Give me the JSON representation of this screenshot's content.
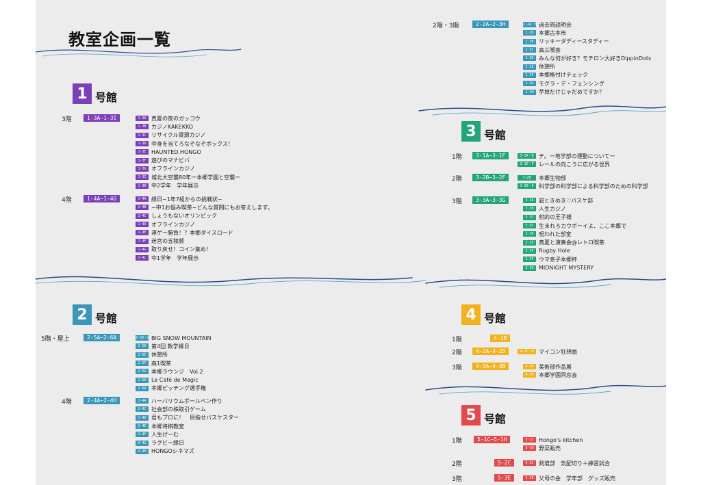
{
  "title": "教室企画一覧",
  "building_suffix": "号館",
  "colors": {
    "b1": "#7b3fb8",
    "b2": "#3a97b9",
    "b3": "#23a57a",
    "b4": "#f2b21f",
    "b5": "#e14b4b"
  },
  "b1": {
    "num": "1",
    "floors": [
      {
        "floor": "3階",
        "range": "1-3A~1-3I",
        "items": [
          {
            "code": "1-3A",
            "text": "真夏の夜のガッコウ"
          },
          {
            "code": "1-3B",
            "text": "カジノKAKEKKO"
          },
          {
            "code": "1-3C",
            "text": "リサイクル資源カジノ"
          },
          {
            "code": "1-3D",
            "text": "中身を当てろなぞなぞボックス！"
          },
          {
            "code": "1-3E",
            "text": "HAUNTED.HONGO"
          },
          {
            "code": "1-3F",
            "text": "遊びのマナビバ"
          },
          {
            "code": "1-3G",
            "text": "オフラインカジノ"
          },
          {
            "code": "1-3I",
            "text": "城北大空襲80年ー本郷学園と空襲ー"
          },
          {
            "code": "1-3N",
            "text": "中2学年　学年展示"
          }
        ]
      },
      {
        "floor": "4階",
        "range": "1-4A~1-4G",
        "items": [
          {
            "code": "1-4A",
            "text": "縁日~1年7組からの挑戦状~"
          },
          {
            "code": "1-4B",
            "text": "~中1お悩み喫茶~どんな質問にもお答えします。"
          },
          {
            "code": "1-4C",
            "text": "しょうもないオリンピック"
          },
          {
            "code": "1-4D",
            "text": "オフラインカジノ"
          },
          {
            "code": "1-4E",
            "text": "運ゲー勝負！？本郷ダイスロード"
          },
          {
            "code": "1-4F",
            "text": "迷宮の五稜郭"
          },
          {
            "code": "1-4G",
            "text": "取り戻せ！コイン集め！"
          },
          {
            "code": "1-4L",
            "text": "中1学年　学年展示"
          }
        ]
      }
    ]
  },
  "b2": {
    "num": "2",
    "floors": [
      {
        "floor": "5階・屋上",
        "range": "2-5A~2-6A",
        "items": [
          {
            "code": "2-5B・C",
            "text": "BIG SNOW MOUNTAIN"
          },
          {
            "code": "2-5D",
            "text": "第4回 数学縁日"
          },
          {
            "code": "2-5E",
            "text": "休憩所"
          },
          {
            "code": "2-5F",
            "text": "高1喫茶"
          },
          {
            "code": "2-5G",
            "text": "本郷ラウンジ　Vol.2"
          },
          {
            "code": "2-5H",
            "text": "Le Café de Magic"
          },
          {
            "code": "2-6A",
            "text": "本郷ピッチング選手権"
          }
        ]
      },
      {
        "floor": "4階",
        "range": "2-4A~2-4H",
        "items": [
          {
            "code": "2-4A",
            "text": "ハーバリウムボールペン作り"
          },
          {
            "code": "2-4C",
            "text": "社会部の株取引ゲーム"
          },
          {
            "code": "2-4D",
            "text": "君もプロに！　目指せパスケスター"
          },
          {
            "code": "2-4E",
            "text": "本郷将棋教室"
          },
          {
            "code": "2-4F",
            "text": "人生げーむ"
          },
          {
            "code": "2-4G",
            "text": "ラグビー縁日"
          },
          {
            "code": "2-4H",
            "text": "HONGOシネマズ"
          }
        ]
      },
      {
        "floor": "2階・3階",
        "range": "2-2A~2-3H",
        "items": [
          {
            "code": "2-2A・B",
            "text": "過去問説明会"
          },
          {
            "code": "2-2D",
            "text": "本郷古本市"
          },
          {
            "code": "2-3B",
            "text": "リッキーダディースタディー"
          },
          {
            "code": "2-3C",
            "text": "高三喫茶"
          },
          {
            "code": "2-3D",
            "text": "みんな何が好き？モチロン大好きDippinDots"
          },
          {
            "code": "2-3E",
            "text": "休憩所"
          },
          {
            "code": "2-3F",
            "text": "本郷格付けチェック"
          },
          {
            "code": "2-3G",
            "text": "モグラ・デ・フェンシング"
          },
          {
            "code": "2-3H",
            "text": "芋掉だけじゃだめですか？"
          }
        ]
      }
    ]
  },
  "b3": {
    "num": "3",
    "floors": [
      {
        "floor": "1階",
        "range": "3-1A~3-1F",
        "items": [
          {
            "code": "3-1A・B",
            "text": "チ。ー地学部の運動についてー"
          },
          {
            "code": "3-1E・F",
            "text": "レールの向こうに広がる世界"
          }
        ]
      },
      {
        "floor": "2階",
        "range": "3-2B~3-2F",
        "items": [
          {
            "code": "3-2B",
            "text": "本郷生物部"
          },
          {
            "code": "3-2D・E",
            "text": "科学部の科学部による科学部のための科学部"
          }
        ]
      },
      {
        "floor": "3階",
        "range": "3-3A~3-3G",
        "items": [
          {
            "code": "3-3A",
            "text": "超ときめき♡パスケ部"
          },
          {
            "code": "3-3B",
            "text": "人生カジノ"
          },
          {
            "code": "3-3C",
            "text": "射的の王子様"
          },
          {
            "code": "3-3C",
            "text": "生まれろカウボーイよ、ここ本郷で"
          },
          {
            "code": "3-3D",
            "text": "呪われた部室"
          },
          {
            "code": "3-3E",
            "text": "真夏と演奏会@レトロ喫茶"
          },
          {
            "code": "3-3F",
            "text": "Rugby Hole"
          },
          {
            "code": "3-3F",
            "text": "ウマ息子本郷杯"
          },
          {
            "code": "3-3G",
            "text": "MIDNIGHT MYSTERY"
          }
        ]
      }
    ]
  },
  "b4": {
    "num": "4",
    "floors": [
      {
        "floor": "1階",
        "range": "4-1B",
        "items": []
      },
      {
        "floor": "2階",
        "range": "4-2A~4-2D",
        "items": [
          {
            "code": "4-2C・D",
            "text": "マイコン狂想曲"
          }
        ]
      },
      {
        "floor": "3階",
        "range": "4-3A~4-3B",
        "items": [
          {
            "code": "4-3A",
            "text": "美術部作品展"
          },
          {
            "code": "4-3B",
            "text": "本郷学園同窓会"
          }
        ]
      }
    ]
  },
  "b5": {
    "num": "5",
    "floors": [
      {
        "floor": "1階",
        "range": "5-1C~5-1H",
        "items": [
          {
            "code": "5-1C",
            "text": "Hongo's kitchen"
          },
          {
            "code": "5-1H",
            "text": "野菜販売"
          }
        ]
      },
      {
        "floor": "2階",
        "range": "5-2C",
        "items": [
          {
            "code": "5-2C",
            "text": "剣道部　気配切り＋練習試合"
          }
        ]
      },
      {
        "floor": "3階",
        "range": "5-3E",
        "items": [
          {
            "code": "5-3E",
            "text": "父母の会　学年部　グッズ販売"
          }
        ]
      }
    ]
  }
}
